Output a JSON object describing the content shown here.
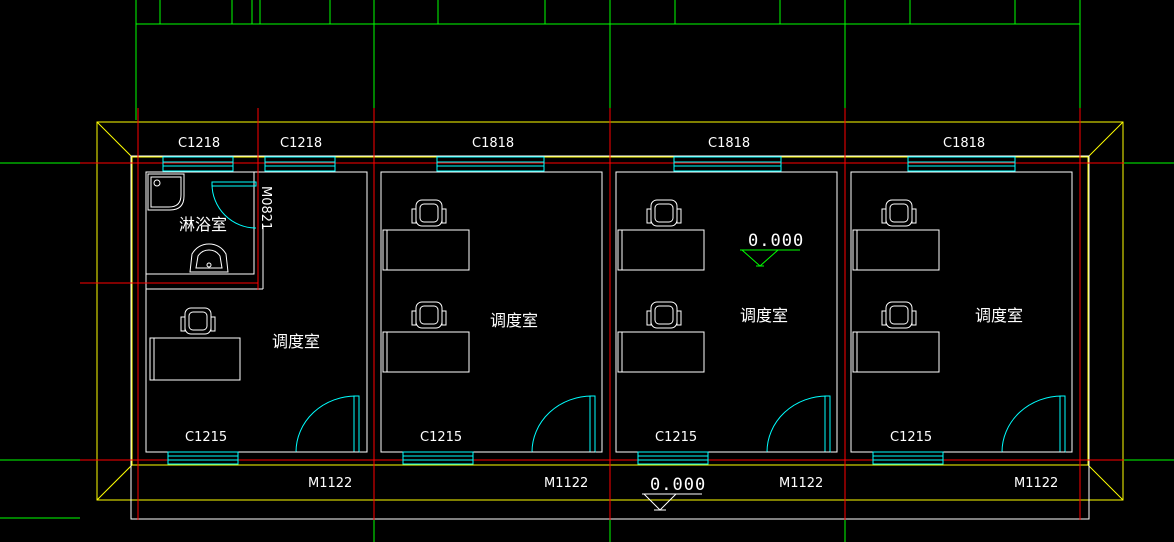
{
  "drawing": {
    "colors": {
      "background": "#000000",
      "grid_axis": "#00ff00",
      "center_line": "#ff0000",
      "outline": "#ffff00",
      "wall": "#ffffff",
      "window": "#00ffff",
      "door_swing": "#00ffff"
    },
    "rooms": [
      {
        "name": "淋浴室"
      },
      {
        "name": "调度室"
      },
      {
        "name": "调度室"
      },
      {
        "name": "调度室"
      },
      {
        "name": "调度室"
      }
    ],
    "windows_top": [
      "C1218",
      "C1218",
      "C1818",
      "C1818",
      "C1818"
    ],
    "windows_bottom": [
      "C1215",
      "C1215",
      "C1215",
      "C1215"
    ],
    "doors_bottom": [
      "M1122",
      "M1122",
      "M1122",
      "M1122"
    ],
    "door_side": "M0821",
    "elevations": [
      "0.000",
      "0.000"
    ],
    "icons": {
      "chair": "office-chair-icon",
      "desk": "desk-icon",
      "shower": "shower-tray-icon",
      "basin": "wash-basin-icon",
      "elevation": "elevation-marker-icon"
    }
  }
}
